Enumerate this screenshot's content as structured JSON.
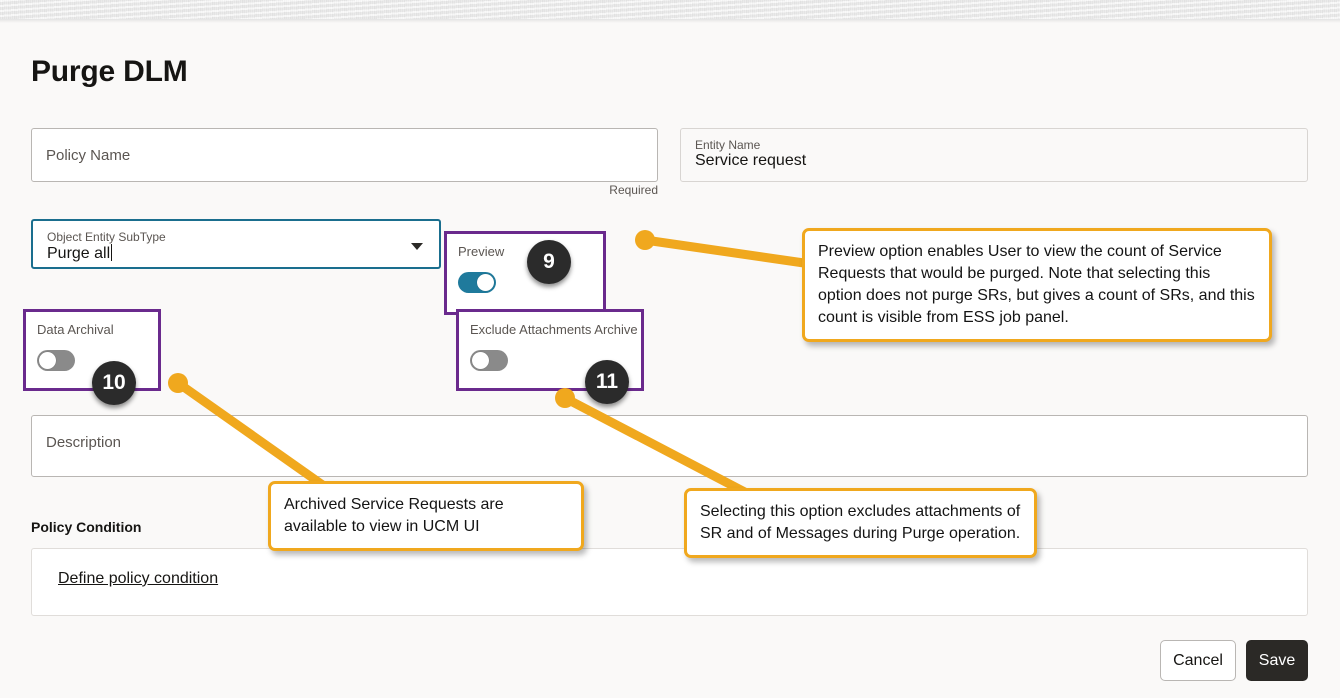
{
  "page": {
    "title": "Purge DLM"
  },
  "fields": {
    "policy_name": {
      "label": "Policy Name",
      "value": "",
      "placeholder": "Policy Name",
      "note": "Required"
    },
    "entity_name": {
      "label": "Entity Name",
      "value": "Service request"
    },
    "object_entity_subtype": {
      "label": "Object Entity SubType",
      "value": "Purge all",
      "options": [
        "Purge all"
      ]
    },
    "description": {
      "label": "Description",
      "value": "",
      "placeholder": "Description"
    }
  },
  "options": {
    "preview": {
      "label": "Preview",
      "state": "on",
      "badge": "9"
    },
    "data_archival": {
      "label": "Data Archival",
      "state": "off",
      "badge": "10"
    },
    "exclude_attachments_archive": {
      "label": "Exclude Attachments Archive",
      "state": "off",
      "badge": "11"
    }
  },
  "policy_condition": {
    "title": "Policy Condition",
    "link": "Define policy condition"
  },
  "callouts": {
    "preview": "Preview option enables User to view the count of Service Requests that would be purged. Note that selecting this option does not purge SRs, but gives a count of SRs, and this count is visible from ESS job panel.",
    "data_archival": "Archived Service Requests are available to view in UCM UI",
    "exclude_attachments": "Selecting this option excludes attachments of SR and of Messages during Purge operation."
  },
  "footer": {
    "cancel_label": "Cancel",
    "save_label": "Save"
  },
  "colors": {
    "accent_callout": "#f0a81e",
    "highlight_box": "#6a2a8d",
    "toggle_on": "#1f7a9c",
    "toggle_off": "#8a8a8a",
    "focus_border": "#1a6e8e",
    "save_button_bg": "#2b2926",
    "page_bg": "#faf9f8"
  }
}
